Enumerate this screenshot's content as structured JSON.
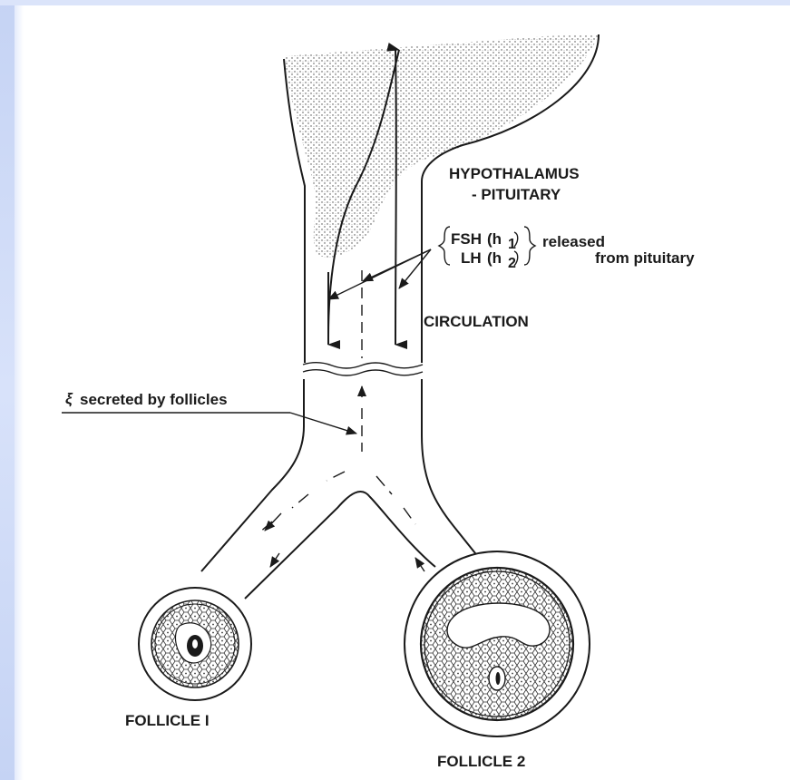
{
  "labels": {
    "hypothalamus": "HYPOTHALAMUS",
    "pituitary": "- PITUITARY",
    "fsh": "FSH",
    "fsh_h": "(h",
    "fsh_sub": "1",
    "lh": "LH",
    "lh_h": "(h",
    "lh_sub": "2",
    "released": "released",
    "from_pituitary": "from pituitary",
    "circulation": "CIRCULATION",
    "secreted_symbol": "ξ",
    "secreted": "secreted by follicles",
    "follicle1": "FOLLICLE  I",
    "follicle2": "FOLLICLE  2"
  },
  "colors": {
    "ink": "#1a1a1a",
    "accent_bar": "#c5d3f4"
  }
}
